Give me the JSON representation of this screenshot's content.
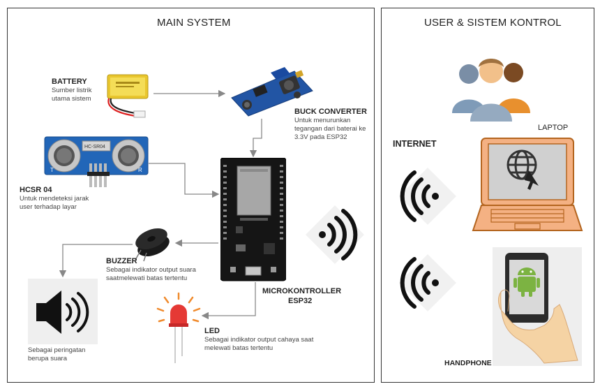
{
  "main_panel": {
    "title": "MAIN SYSTEM"
  },
  "user_panel": {
    "title": "USER & SISTEM KONTROL"
  },
  "components": {
    "battery": {
      "label": "BATTERY",
      "description": "Sumber listrik utama sistem"
    },
    "buck_converter": {
      "label": "BUCK CONVERTER",
      "description": "Untuk menurunkan tegangan dari baterai ke 3.3V pada ESP32"
    },
    "hcsr04": {
      "label": "HCSR 04",
      "description": "Untuk mendeteksi jarak user terhadap layar",
      "module_text": "HC-SR04",
      "pin_t": "T",
      "pin_r": "R"
    },
    "buzzer": {
      "label": "BUZZER",
      "description": "Sebagai indikator output suara saatmelewati batas tertentu"
    },
    "speaker": {
      "description": "Sebagai peringatan berupa suara"
    },
    "esp32": {
      "label_line1": "MICROKONTROLLER",
      "label_line2": "ESP32"
    },
    "led": {
      "label": "LED",
      "description": "Sebagai indikator output cahaya saat melewati batas tertentu"
    }
  },
  "user_side": {
    "internet_label": "INTERNET",
    "laptop_label": "LAPTOP",
    "handphone_label": "HANDPHONE"
  },
  "colors": {
    "border": "#333333",
    "arrow": "#888888",
    "laptop_fill": "#f4b183",
    "laptop_stroke": "#b4651f",
    "pcb_blue": "#2255a4",
    "esp_board": "#111111",
    "led_red": "#e53935",
    "hand_skin": "#f5d3a4"
  }
}
